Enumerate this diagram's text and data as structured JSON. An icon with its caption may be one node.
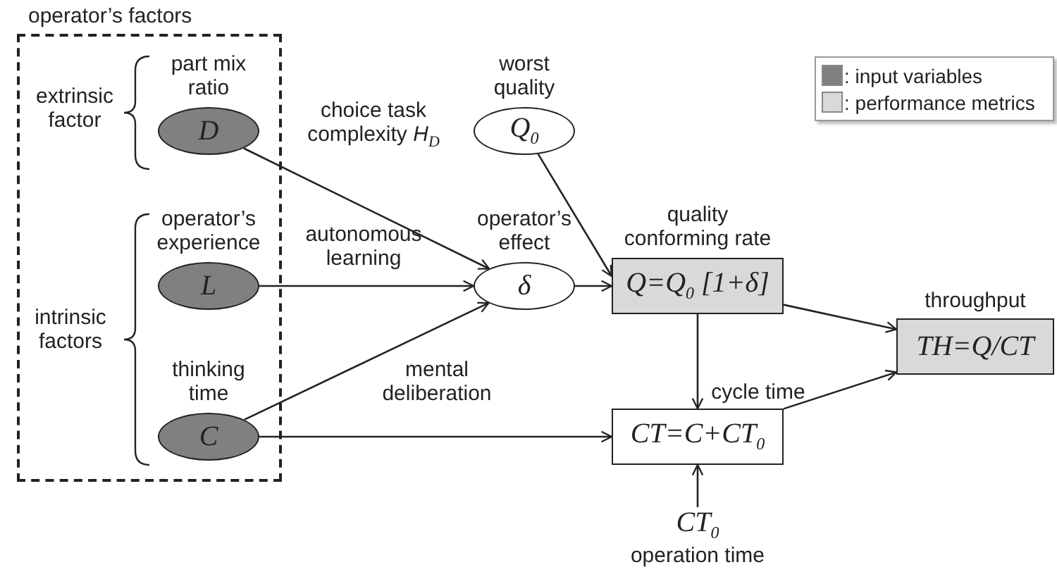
{
  "diagram": {
    "nodes": [
      {
        "text": [
          "operator’s factors"
        ]
      },
      {
        "text": [
          "part mix ratio",
          "D"
        ],
        "in": 0
      },
      {
        "text": [
          "operator’s experience",
          "L"
        ],
        "in": 0
      },
      {
        "text": [
          "thinking time",
          "C"
        ],
        "in": 0
      },
      {
        "text": [
          "worst quality",
          "Q$_{0}$"
        ]
      },
      {
        "text": [
          "operator’s effect",
          "δ"
        ]
      },
      {
        "text": [
          "quality conforming rate",
          "Q=Q$_{0}$ [1+δ]"
        ]
      },
      {
        "text": [
          "cycle time",
          "CT=C+CT$_{0}$"
        ]
      },
      {
        "text": [
          "throughput",
          "TH=Q/CT"
        ]
      },
      {
        "text": [
          "CT$_{0}$",
          "operation time"
        ]
      }
    ],
    "edges": [
      {
        "from": 1,
        "to": 5,
        "arrow": "to",
        "label": "choice task complexity *H*$_{D}$"
      },
      {
        "from": 2,
        "to": 5,
        "arrow": "to",
        "label": "autonomous learning"
      },
      {
        "from": 3,
        "to": 5,
        "arrow": "to",
        "label": "mental deliberation"
      },
      {
        "from": 3,
        "to": 7,
        "arrow": "to"
      },
      {
        "from": 4,
        "to": 6,
        "arrow": "to"
      },
      {
        "from": 5,
        "to": 6,
        "arrow": "to"
      },
      {
        "from": 6,
        "to": 7,
        "arrow": "to"
      },
      {
        "from": 6,
        "to": 8,
        "arrow": "to"
      },
      {
        "from": 7,
        "to": 8,
        "arrow": "to"
      },
      {
        "from": 9,
        "to": 7,
        "arrow": "to"
      }
    ],
    "labels": [
      "extrinsic factor",
      "intrinsic factors"
    ],
    "legend": [
      {
        "text": ": input variables",
        "color": "#808080"
      },
      {
        "text": ": performance metrics",
        "color": "#d9d9d9"
      }
    ]
  }
}
